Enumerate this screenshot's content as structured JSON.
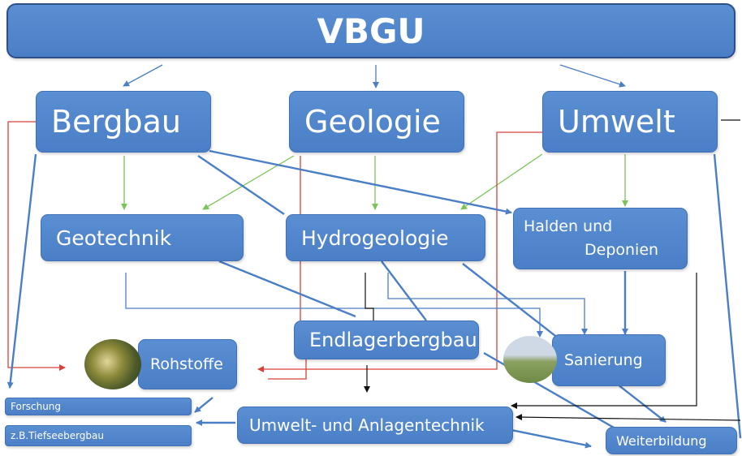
{
  "title": "VBGU",
  "nodes": {
    "bergbau": "Bergbau",
    "geologie": "Geologie",
    "umwelt": "Umwelt",
    "geotechnik": "Geotechnik",
    "hydrogeologie": "Hydrogeologie",
    "halden_line1": "Halden und",
    "halden_line2": "Deponien",
    "endlagerbergbau": "Endlagerbergbau",
    "rohstoffe": "Rohstoffe",
    "sanierung": "Sanierung",
    "forschung": "Forschung",
    "tiefseebergbau": "z.B.Tiefseebergbau",
    "umwelt_anlagentechnik": "Umwelt- und Anlagentechnik",
    "weiterbildung": "Weiterbildung"
  },
  "colors": {
    "box": "#4f84cb",
    "arrow_blue": "#4a7ec6",
    "arrow_green": "#7cc35a",
    "arrow_red": "#d9413a",
    "arrow_black": "#111111"
  },
  "images": {
    "rohstoffe_photo": "mineral-sample-photo",
    "sanierung_photo": "landscape-photo"
  }
}
